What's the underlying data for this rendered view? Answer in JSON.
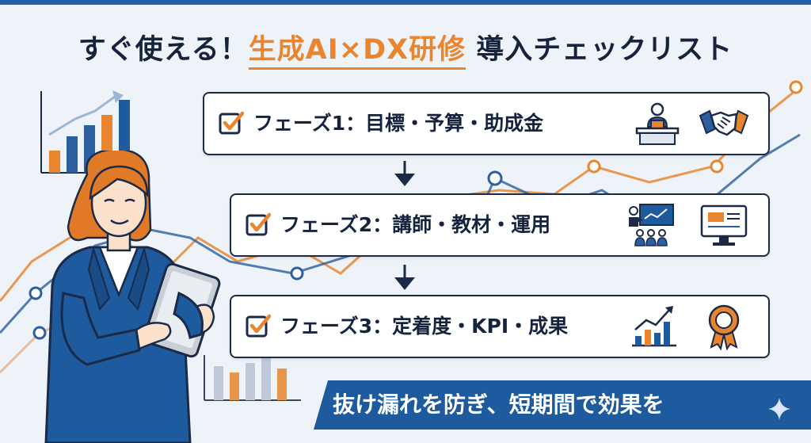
{
  "title": {
    "prefix": "すぐ使える！",
    "highlight": "生成AI×DX研修",
    "suffix": " 導入チェックリスト"
  },
  "phases": [
    {
      "label": "フェーズ1：目標・予算・助成金",
      "icons": [
        "desk-worker-icon",
        "handshake-icon"
      ]
    },
    {
      "label": "フェーズ2：講師・教材・運用",
      "icons": [
        "presentation-audience-icon",
        "monitor-slides-icon"
      ]
    },
    {
      "label": "フェーズ3：定着度・KPI・成果",
      "icons": [
        "growth-chart-icon",
        "award-badge-icon"
      ]
    }
  ],
  "banner": {
    "text": "抜け漏れを防ぎ、短期間で効果を"
  },
  "colors": {
    "navy": "#1b2a47",
    "orange": "#e9852f",
    "blue": "#1d5a9e",
    "background": "#eef3f9"
  }
}
